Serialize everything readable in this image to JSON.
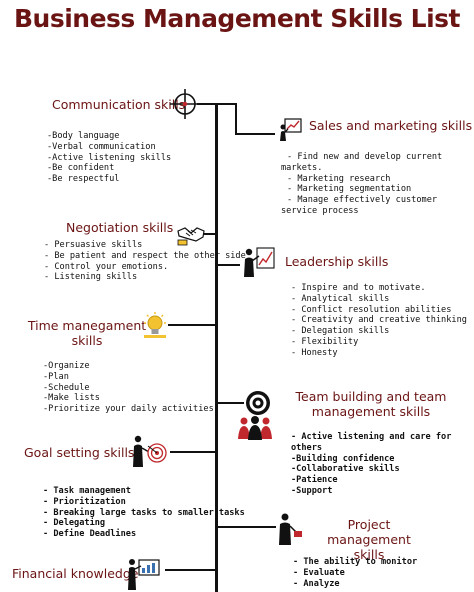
{
  "title": "Business Management Skills List",
  "sections": {
    "communication": {
      "heading": "Communication skills",
      "items": [
        "-Body language",
        "-Verbal communication",
        "-Active listening skills",
        "-Be confident",
        "-Be respectful"
      ]
    },
    "sales": {
      "heading": "Sales and marketing skills",
      "items": [
        "- Find new and develop current markets.",
        "- Marketing research",
        "- Marketing segmentation",
        "- Manage effectively customer service process"
      ]
    },
    "negotiation": {
      "heading": "Negotiation skills",
      "items": [
        "- Persuasive skills",
        "- Be patient and respect the other side",
        "- Control your emotions.",
        "- Listening skills"
      ]
    },
    "leadership": {
      "heading": "Leadership skills",
      "items": [
        "- Inspire and to motivate.",
        "- Analytical skills",
        "- Conflict resolution abilities",
        "- Creativity and creative thinking",
        "- Delegation skills",
        "- Flexibility",
        "- Honesty"
      ]
    },
    "time": {
      "heading_line1": "Time manegament",
      "heading_line2": "skills",
      "items": [
        "-Organize",
        "-Plan",
        "-Schedule",
        "-Make lists",
        "-Prioritize your daily activities"
      ]
    },
    "team": {
      "heading_line1": "Team building and team",
      "heading_line2": "management skills",
      "items": [
        "- Active listening and care for others",
        "-Building confidence",
        "-Collaborative skills",
        "-Patience",
        "-Support"
      ]
    },
    "goal": {
      "heading": "Goal setting skills",
      "items": [
        "- Task management",
        "- Prioritization",
        "- Breaking large tasks to smaller tasks",
        "- Delegating",
        "- Define Deadlines"
      ]
    },
    "project": {
      "heading_line1": "Project management",
      "heading_line2": "skills",
      "items": [
        "- The ability to monitor",
        "- Evaluate",
        "- Analyze"
      ]
    },
    "financial": {
      "heading": "Financial knowledge"
    }
  },
  "icons": [
    "crosshair-icon",
    "sales-chart-icon",
    "handshake-icon",
    "leader-chart-icon",
    "lightbulb-icon",
    "target-icon",
    "team-icon",
    "goal-target-icon",
    "project-manager-icon",
    "presentation-icon"
  ],
  "colors": {
    "heading": "#6b1414",
    "accent_red": "#c0282d",
    "accent_yellow": "#f2c230"
  }
}
